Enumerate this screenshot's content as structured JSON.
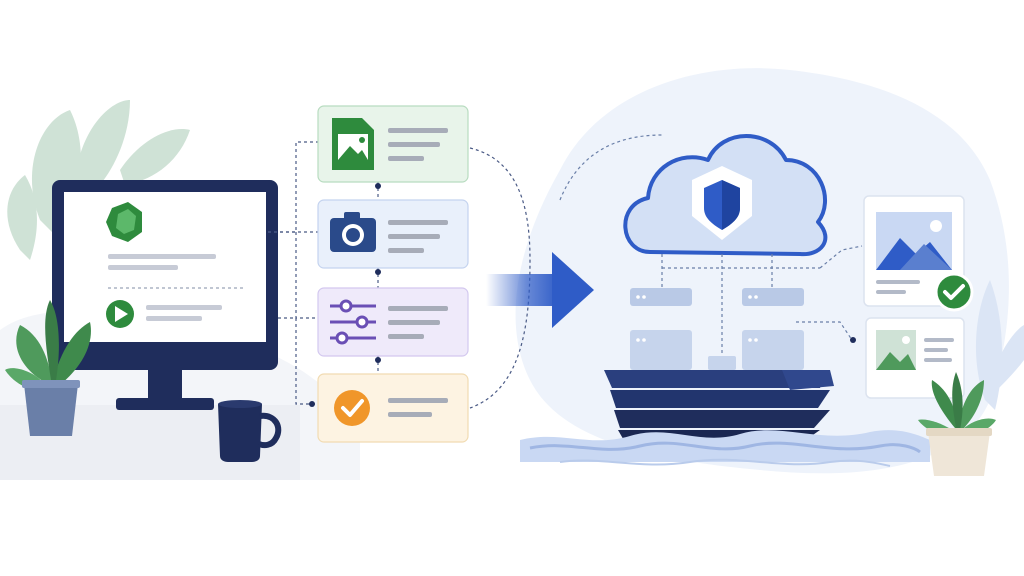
{
  "colors": {
    "navy": "#1f2d5c",
    "blue": "#2f5cc7",
    "light_blue": "#c9d8f3",
    "green": "#2e8b3d",
    "camera_blue": "#2a4a8a",
    "purple": "#6a4fb5",
    "orange": "#f0962a",
    "plant_green": "#4f9a5c",
    "pot": "#6a7fa8"
  },
  "workflow_steps": [
    {
      "icon": "image-file-icon",
      "tint": "green"
    },
    {
      "icon": "camera-icon",
      "tint": "blue"
    },
    {
      "icon": "sliders-icon",
      "tint": "purple"
    },
    {
      "icon": "checkmark-icon",
      "tint": "orange"
    }
  ],
  "result_cards": [
    {
      "icon": "landscape-image-icon",
      "status": "verified"
    },
    {
      "icon": "landscape-image-icon",
      "status": "stored"
    }
  ]
}
